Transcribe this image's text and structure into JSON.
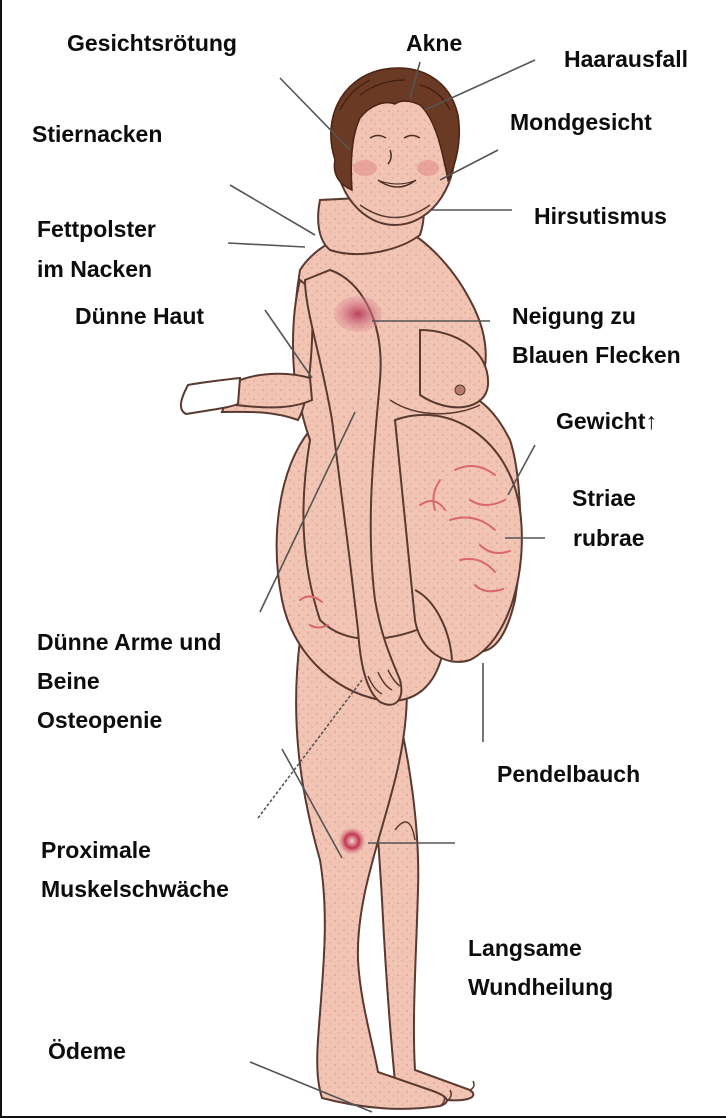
{
  "labels": {
    "gesichtsroetung": "Gesichtsrötung",
    "akne": "Akne",
    "haarausfall": "Haarausfall",
    "stiernacken": "Stiernacken",
    "mondgesicht": "Mondgesicht",
    "hirsutismus": "Hirsutismus",
    "fettpolster_1": "Fettpolster",
    "fettpolster_2": "im Nacken",
    "duenne_haut": "Dünne Haut",
    "neigung_1": "Neigung zu",
    "neigung_2": "Blauen Flecken",
    "gewicht": "Gewicht↑",
    "striae_1": "Striae",
    "striae_2": "rubrae",
    "duenne_arme_1": "Dünne Arme und",
    "duenne_arme_2": "Beine",
    "osteopenie": "Osteopenie",
    "pendelbauch": "Pendelbauch",
    "proximale_1": "Proximale",
    "proximale_2": "Muskelschwäche",
    "langsame_1": "Langsame",
    "langsame_2": "Wundheilung",
    "oedeme": "Ödeme"
  },
  "colors": {
    "skin": "#f2c4b4",
    "skin_outline": "#5a3a30",
    "hair": "#6b3a24",
    "striae": "#d9686a",
    "bruise": "#c8536b",
    "leader_line": "#555555",
    "text": "#0d0d0d"
  }
}
